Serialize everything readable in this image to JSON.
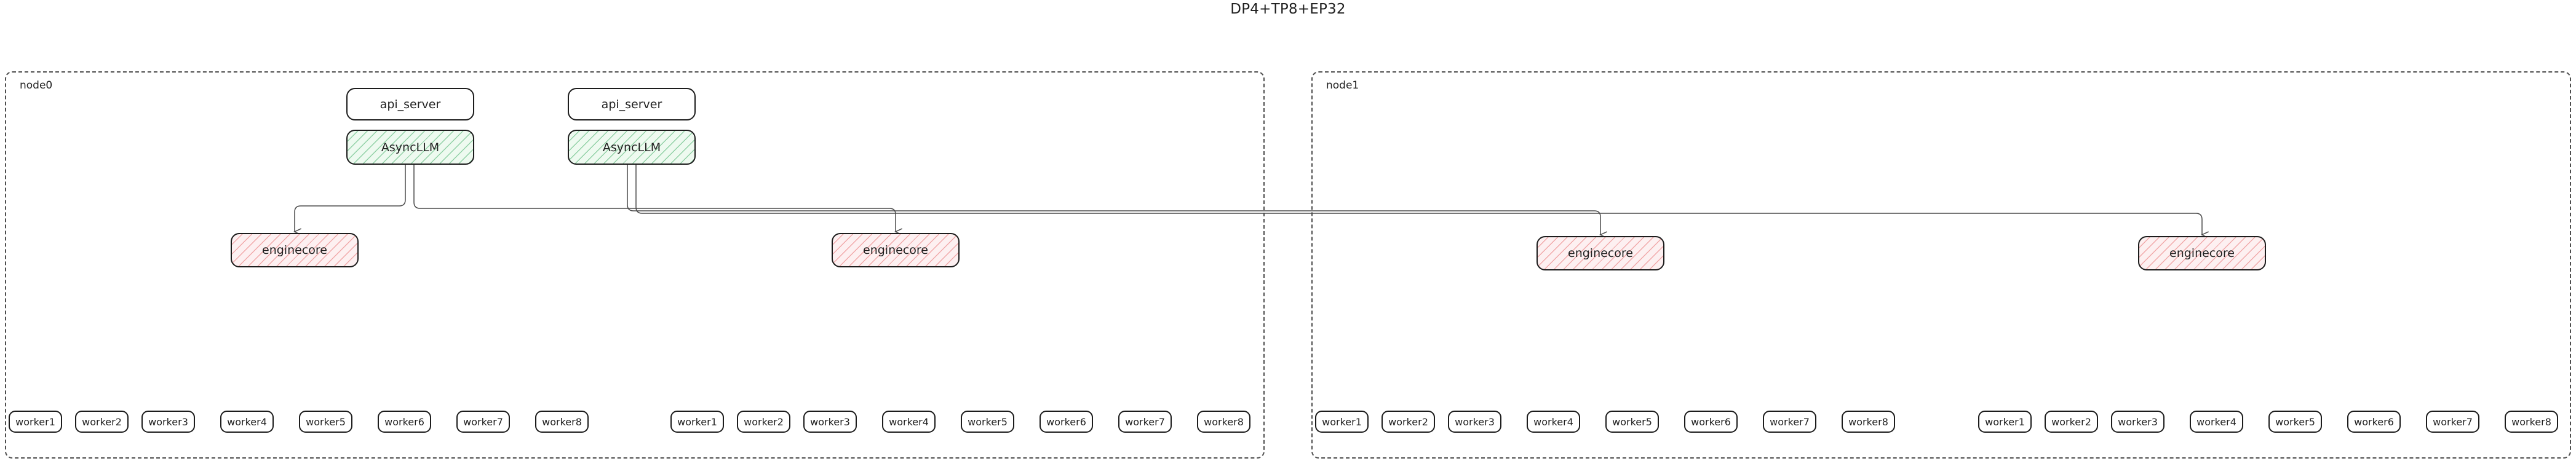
{
  "title": "DP4+TP8+EP32",
  "colors": {
    "background": "#ffffff",
    "text": "#1f1f1f",
    "box_border": "#1c1c1c",
    "container_border": "#4d4d4d",
    "async_fill": "#eefaf0",
    "async_hatch": "#45af69",
    "engine_fill": "#fdf0f1",
    "engine_hatch": "#e97a7a",
    "edge": "#4a4a4a"
  },
  "diagram": {
    "type": "architecture-block-diagram",
    "containers": [
      {
        "id": "node0",
        "label": "node0",
        "api_servers": [
          {
            "label": "api_server",
            "async_label": "AsyncLLM"
          },
          {
            "label": "api_server",
            "async_label": "AsyncLLM"
          }
        ],
        "enginecores": [
          {
            "label": "enginecore"
          },
          {
            "label": "enginecore"
          }
        ],
        "worker_groups": [
          {
            "workers": [
              "worker1",
              "worker2",
              "worker3",
              "worker4",
              "worker5",
              "worker6",
              "worker7",
              "worker8"
            ]
          },
          {
            "workers": [
              "worker1",
              "worker2",
              "worker3",
              "worker4",
              "worker5",
              "worker6",
              "worker7",
              "worker8"
            ]
          }
        ]
      },
      {
        "id": "node1",
        "label": "node1",
        "api_servers": [],
        "enginecores": [
          {
            "label": "enginecore"
          },
          {
            "label": "enginecore"
          }
        ],
        "worker_groups": [
          {
            "workers": [
              "worker1",
              "worker2",
              "worker3",
              "worker4",
              "worker5",
              "worker6",
              "worker7",
              "worker8"
            ]
          },
          {
            "workers": [
              "worker1",
              "worker2",
              "worker3",
              "worker4",
              "worker5",
              "worker6",
              "worker7",
              "worker8"
            ]
          }
        ]
      }
    ],
    "edges": [
      {
        "from": "node0.api_server.0.AsyncLLM",
        "to": "node0.enginecore.0",
        "arrow": true
      },
      {
        "from": "node0.api_server.0.AsyncLLM",
        "to": "node0.enginecore.1",
        "arrow": true
      },
      {
        "from": "node0.api_server.1.AsyncLLM",
        "to": "node1.enginecore.0",
        "arrow": true
      },
      {
        "from": "node0.api_server.1.AsyncLLM",
        "to": "node1.enginecore.1",
        "arrow": true
      }
    ]
  }
}
